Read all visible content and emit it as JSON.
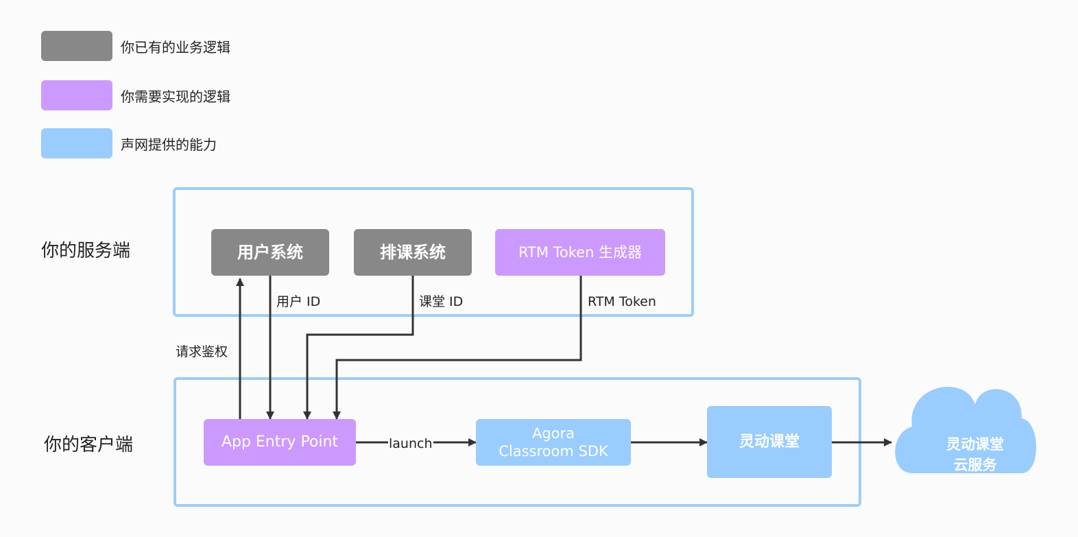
{
  "legend": {
    "items": [
      {
        "label": "你已有的业务逻辑",
        "color": "#888888"
      },
      {
        "label": "你需要实现的逻辑",
        "color": "#cc99ff"
      },
      {
        "label": "声网提供的能力",
        "color": "#99ccff"
      }
    ]
  },
  "server": {
    "label": "你的服务端",
    "nodes": {
      "user_system": "用户系统",
      "schedule_system": "排课系统",
      "rtm_token_generator": "RTM Token 生成器"
    }
  },
  "client": {
    "label": "你的客户端",
    "nodes": {
      "app_entry": "App Entry Point",
      "sdk_line1": "Agora",
      "sdk_line2": "Classroom SDK",
      "flexible_classroom": "灵动课堂"
    }
  },
  "cloud": {
    "line1": "灵动课堂",
    "line2": "云服务"
  },
  "edges": {
    "auth_request": "请求鉴权",
    "user_id": "用户 ID",
    "class_id": "课堂 ID",
    "rtm_token": "RTM Token",
    "launch": "launch"
  },
  "colors": {
    "existing": "#888888",
    "to_implement": "#cc99ff",
    "agora": "#99ccff",
    "border": "#9dcdf7",
    "arrow": "#333333"
  }
}
